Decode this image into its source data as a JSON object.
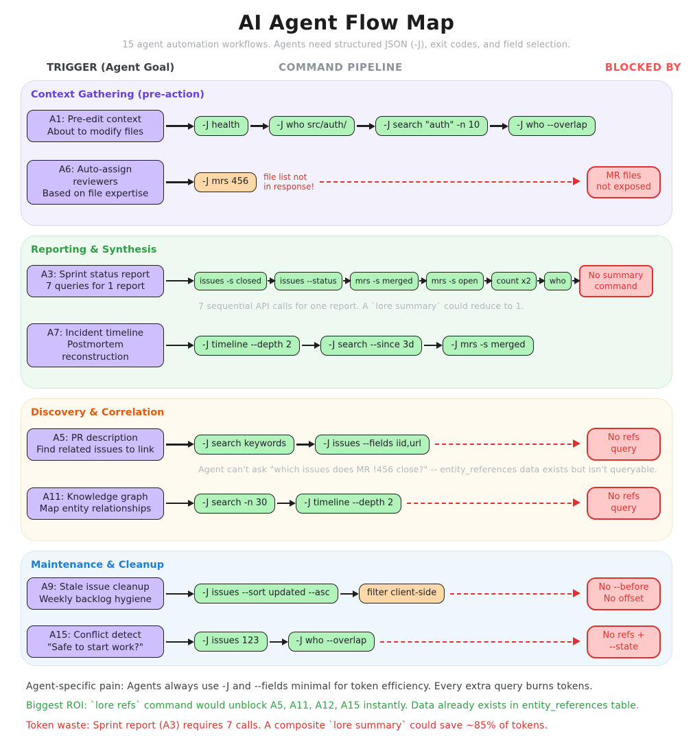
{
  "title": "AI Agent Flow Map",
  "subtitle": "15 agent automation workflows. Agents need structured JSON (-J), exit codes, and field selection.",
  "columns": {
    "trigger": "TRIGGER (Agent Goal)",
    "pipeline": "COMMAND PIPELINE",
    "blocked": "BLOCKED BY"
  },
  "palette": {
    "section_purple": "#6741d9",
    "section_green": "#2f9e44",
    "section_orange": "#e8590c",
    "section_blue": "#1c7ed6",
    "trigger_box_fill": "#d0bfff",
    "pipeline_box_fill": "#b2f2bb",
    "warning_box_fill": "#ffd8a8",
    "blocked_box_fill": "#ffc9c9",
    "blocked_red": "#e03131"
  },
  "sections": [
    {
      "label": "Context Gathering (pre-action)",
      "rows": [
        {
          "trigger": "A1: Pre-edit context\nAbout to modify files",
          "pipeline": [
            "-J health",
            "-J who src/auth/",
            "-J search \"auth\" -n 10",
            "-J who --overlap"
          ]
        },
        {
          "trigger": "A6: Auto-assign reviewers\nBased on file expertise",
          "pipeline": [
            "-J mrs 456"
          ],
          "annotation": "file list not\nin response!",
          "blocked": "MR files\nnot exposed"
        }
      ]
    },
    {
      "label": "Reporting & Synthesis",
      "rows": [
        {
          "trigger": "A3: Sprint status report\n7 queries for 1 report",
          "pipeline": [
            "issues -s closed",
            "issues --status",
            "mrs -s merged",
            "mrs -s open",
            "count x2",
            "who"
          ],
          "blocked": "No summary\ncommand",
          "note": "7 sequential API calls for one report. A `lore summary` could reduce to 1."
        },
        {
          "trigger": "A7: Incident timeline\nPostmortem reconstruction",
          "pipeline": [
            "-J timeline --depth 2",
            "-J search --since 3d",
            "-J mrs -s merged"
          ]
        }
      ]
    },
    {
      "label": "Discovery & Correlation",
      "rows": [
        {
          "trigger": "A5: PR description\nFind related issues to link",
          "pipeline": [
            "-J search keywords",
            "-J issues --fields iid,url"
          ],
          "blocked": "No refs\nquery",
          "note": "Agent can't ask \"which issues does MR !456 close?\" -- entity_references data exists but isn't queryable."
        },
        {
          "trigger": "A11: Knowledge graph\nMap entity relationships",
          "pipeline": [
            "-J search -n 30",
            "-J timeline --depth 2"
          ],
          "blocked": "No refs\nquery"
        }
      ]
    },
    {
      "label": "Maintenance & Cleanup",
      "rows": [
        {
          "trigger": "A9: Stale issue cleanup\nWeekly backlog hygiene",
          "pipeline": [
            "-J issues --sort updated --asc",
            "filter client-side"
          ],
          "blocked": "No --before\nNo offset"
        },
        {
          "trigger": "A15: Conflict detect\n\"Safe to start work?\"",
          "pipeline": [
            "-J issues 123",
            "-J who --overlap"
          ],
          "blocked": "No refs +\n--state"
        }
      ]
    }
  ],
  "footnotes": [
    "Agent-specific pain: Agents always use -J and --fields minimal for token efficiency. Every extra query burns tokens.",
    "Biggest ROI: `lore refs` command would unblock A5, A11, A12, A15 instantly. Data already exists in entity_references table.",
    "Token waste: Sprint report (A3) requires 7 calls. A composite `lore summary` could save ~85% of tokens."
  ]
}
